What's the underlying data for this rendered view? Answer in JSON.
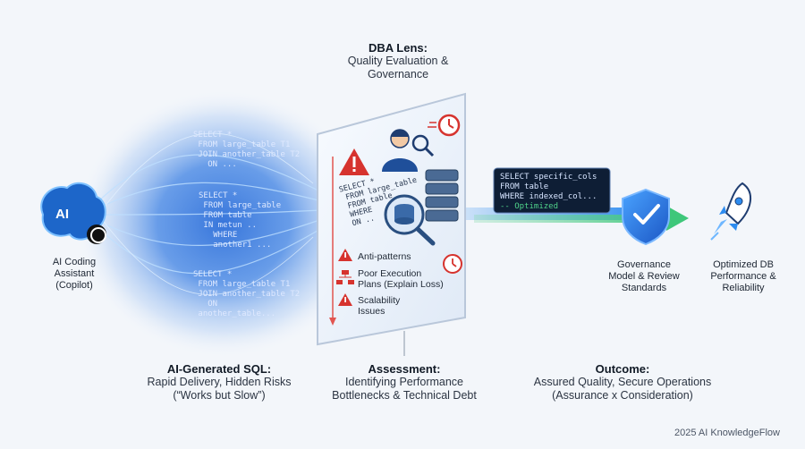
{
  "header": {
    "title": "DBA Lens:",
    "subtitle": "Quality Evaluation & Governance"
  },
  "assistant": {
    "icon_text": "AI",
    "label": "AI Coding Assistant (Copilot)"
  },
  "sql_snippets": [
    [
      "SELECT *",
      " FROM large_table T1",
      " JOIN another_table T2",
      "   ON ..."
    ],
    [
      "SELECT *",
      " FROM large_table",
      " FROM table",
      " IN metun ..",
      "   WHERE",
      "   another1 ..."
    ],
    [
      "SELECT *",
      " FROM large_table T1",
      " JOIN another_table T2",
      "   ON",
      " another_table..."
    ]
  ],
  "panel": {
    "tilted_sql": [
      "SELECT *",
      " FROM large_table",
      " FROM table",
      " WHERE",
      " ON .."
    ],
    "issues": [
      {
        "icon": "warning-icon",
        "text": "Anti-patterns"
      },
      {
        "icon": "hierarchy-icon",
        "text": "Poor Execution Plans (Explain Loss)"
      },
      {
        "icon": "warning-icon",
        "text": "Scalability Issues"
      }
    ]
  },
  "optimized_sql": {
    "lines": [
      "SELECT specific_cols",
      "FROM table",
      "WHERE indexed_col..."
    ],
    "comment": "-- Optimized"
  },
  "governance": {
    "label": "Governance Model & Review Standards"
  },
  "outcome_db": {
    "label": "Optimized DB Performance & Reliability"
  },
  "bottom": [
    {
      "title": "AI-Generated SQL:",
      "sub": "Rapid Delivery, Hidden Risks (“Works but Slow”)"
    },
    {
      "title": "Assessment:",
      "sub": "Identifying Performance Bottlenecks & Technical Debt"
    },
    {
      "title": "Outcome:",
      "sub": "Assured Quality, Secure Operations (Assurance x Consideration)"
    }
  ],
  "footer": "2025 AI KnowledgeFlow",
  "colors": {
    "accent_blue": "#1f6fd8",
    "alert_red": "#d6332e",
    "green_arrow": "#3ec77a"
  }
}
